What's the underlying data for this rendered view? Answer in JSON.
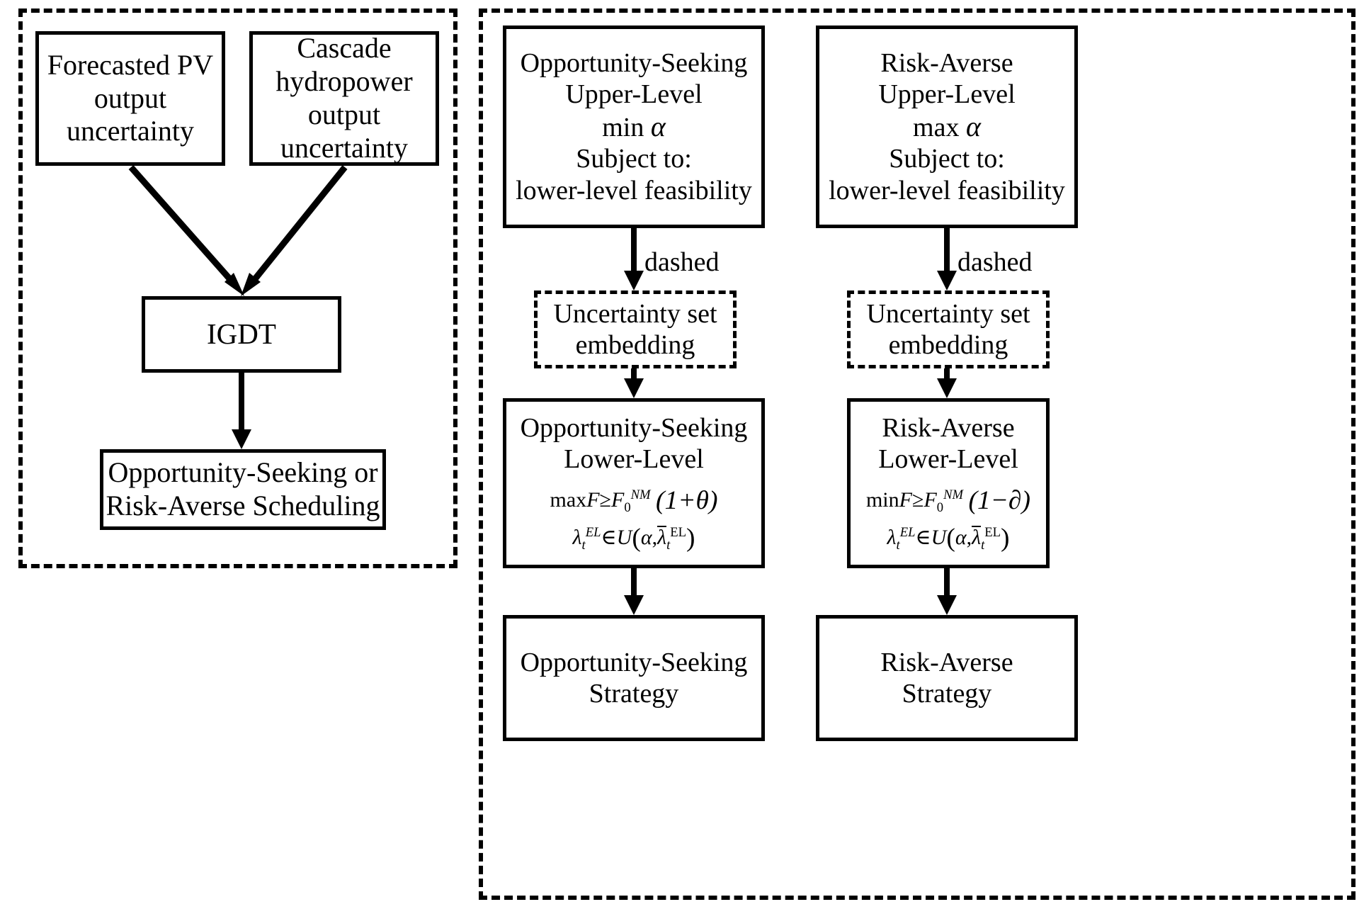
{
  "diagram": {
    "title_present": false,
    "panels": [
      {
        "name": "left-panel",
        "style": "dashed"
      },
      {
        "name": "right-panel",
        "style": "dashed"
      }
    ]
  },
  "left_panel": {
    "boxes": {
      "pv_uncertainty": {
        "lines": [
          "Forecasted PV",
          "output",
          "uncertainty"
        ]
      },
      "hydro_uncertainty": {
        "lines": [
          "Cascade",
          "hydropower",
          "output",
          "uncertainty"
        ]
      },
      "igdt": {
        "lines": [
          "IGDT"
        ]
      },
      "scheduling": {
        "lines": [
          "Opportunity-Seeking or",
          "Risk-Averse Scheduling"
        ]
      }
    }
  },
  "right_panel": {
    "opportunity_column": {
      "upper_level": {
        "lines": [
          "Opportunity-Seeking",
          "Upper-Level"
        ],
        "objective_op": "min",
        "objective_var": "α",
        "subject_label": "Subject to:",
        "subject_text": "lower-level feasibility"
      },
      "edge_label": "dashed",
      "uncertainty_set": {
        "lines": [
          "Uncertainty set",
          "embedding"
        ]
      },
      "lower_level": {
        "lines": [
          "Opportunity-Seeking",
          "Lower-Level"
        ],
        "equation_1": {
          "op": "max",
          "func": "F",
          "relation": "≥",
          "rhs_base": "F",
          "rhs_sub": "0",
          "rhs_sup": "NM",
          "factor": "(1+θ)"
        },
        "equation_2": {
          "lhs_base": "λ",
          "lhs_sub": "t",
          "lhs_sup": "EL",
          "relation": "∈",
          "set_name": "U",
          "arg_1": "α",
          "arg_2_base": "λ",
          "arg_2_sub": "t",
          "arg_2_sup": "EL",
          "arg_2_overline": true
        }
      },
      "strategy": {
        "lines": [
          "Opportunity-Seeking",
          "Strategy"
        ]
      }
    },
    "risk_column": {
      "upper_level": {
        "lines": [
          "Risk-Averse",
          "Upper-Level"
        ],
        "objective_op": "max",
        "objective_var": "α",
        "subject_label": "Subject to:",
        "subject_text": "lower-level feasibility"
      },
      "edge_label": "dashed",
      "uncertainty_set": {
        "lines": [
          "Uncertainty set",
          "embedding"
        ]
      },
      "lower_level": {
        "lines": [
          "Risk-Averse",
          "Lower-Level"
        ],
        "equation_1": {
          "op": "min",
          "func": "F",
          "relation": "≥",
          "rhs_base": "F",
          "rhs_sub": "0",
          "rhs_sup": "NM",
          "factor": "(1−∂)"
        },
        "equation_2": {
          "lhs_base": "λ",
          "lhs_sub": "t",
          "lhs_sup": "EL",
          "relation": "∈",
          "set_name": "U",
          "arg_1": "α",
          "arg_2_base": "λ",
          "arg_2_sub": "t",
          "arg_2_sup": "EL",
          "arg_2_overline": true
        }
      },
      "strategy": {
        "lines": [
          "Risk-Averse",
          "Strategy"
        ]
      }
    }
  },
  "colors": {
    "stroke": "#000000",
    "background": "#ffffff"
  }
}
